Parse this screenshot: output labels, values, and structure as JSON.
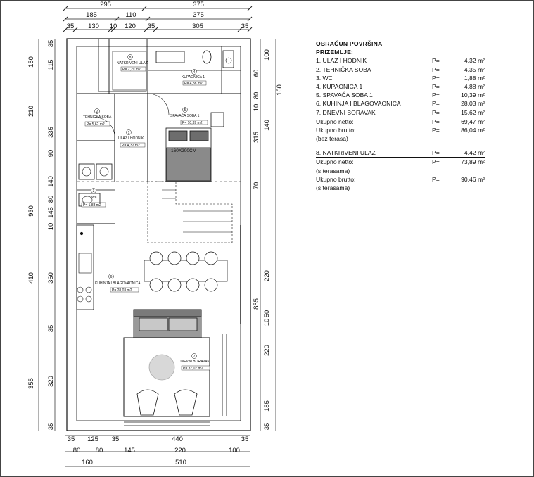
{
  "plan": {
    "dims_top": {
      "row1": [
        "295",
        "375"
      ],
      "row2": [
        "185",
        "110",
        "375"
      ],
      "row3": [
        "35",
        "130",
        "10",
        "120",
        "35",
        "305",
        "35"
      ]
    },
    "dims_bottom": {
      "row1": [
        "35",
        "125",
        "35",
        "440",
        "35"
      ],
      "row2": [
        "80",
        "80",
        "145",
        "220",
        "100"
      ],
      "row3": [
        "160",
        "510"
      ]
    },
    "dims_left_outer": [
      "150",
      "210",
      "930",
      "410",
      "355"
    ],
    "dims_left_inner": [
      "35",
      "115",
      "335",
      "90",
      "140",
      "80",
      "145",
      "10",
      "360",
      "35",
      "320",
      "35"
    ],
    "dims_right_outer": [
      "100",
      "160",
      "140",
      "315",
      "220",
      "855",
      "220",
      "185",
      "35"
    ],
    "dims_right_inner": [
      "60",
      "80",
      "10",
      "70",
      "50",
      "10"
    ],
    "rooms": [
      {
        "num": "8",
        "name": "NATKRIVENI ULAZ",
        "area": "P= 2,29 m2"
      },
      {
        "num": "4",
        "name": "KUPAONICA 1",
        "area": "P= 4,88 m2"
      },
      {
        "num": "2",
        "name": "TEHNIČKA SOBA",
        "area": "P= 5,62 m2"
      },
      {
        "num": "5",
        "name": "SPAVAĆA SOBA 1",
        "area": "P= 10,39 m2"
      },
      {
        "num": "1",
        "name": "ULAZ I HODNIK",
        "area": "P= 4,32 m2"
      },
      {
        "num": "3",
        "name": "WC",
        "area": "P= 1,88 m2"
      },
      {
        "num": "6",
        "name": "KUHINJA I BLAGOVAONICA",
        "area": "P= 28,03 m2"
      },
      {
        "num": "7",
        "name": "DNEVNI BORAVAK",
        "area": "P= 37,07 m2"
      }
    ],
    "bed_label": "160X200CM"
  },
  "table": {
    "title1": "OBRAČUN POVRŠINA",
    "title2": "PRIZEMLJE:",
    "rows": [
      {
        "name": "1. ULAZ I HODNIK",
        "p": "P=",
        "v": "4,32 m²"
      },
      {
        "name": "2. TEHNIČKA SOBA",
        "p": "P=",
        "v": "4,35 m²"
      },
      {
        "name": "3. WC",
        "p": "P=",
        "v": "1,88 m²"
      },
      {
        "name": "4. KUPAONICA 1",
        "p": "P=",
        "v": "4,88 m²"
      },
      {
        "name": "5. SPAVAĆA SOBA 1",
        "p": "P=",
        "v": "10,39 m²"
      },
      {
        "name": "6. KUHINJA I BLAGOVAONICA",
        "p": "P=",
        "v": "28,03 m²"
      },
      {
        "name": "7. DNEVNI BORAVAK",
        "p": "P=",
        "v": "15,62 m²"
      }
    ],
    "netto_label": "Ukupno netto:",
    "netto_p": "P=",
    "netto_v": "69,47 m²",
    "brutto_label": "Ukupno brutto:",
    "brutto_p": "P=",
    "brutto_v": "86,04 m²",
    "brutto_note": "(bez terasa)",
    "row8_name": "8. NATKRIVENI ULAZ",
    "row8_p": "P=",
    "row8_v": "4,42 m²",
    "netto2_label": "Ukupno netto:",
    "netto2_p": "P=",
    "netto2_v": "73,89 m²",
    "netto2_note": "(s terasama)",
    "brutto2_label": "Ukupno brutto:",
    "brutto2_p": "P=",
    "brutto2_v": "90,46 m²",
    "brutto2_note": "(s terasama)"
  }
}
